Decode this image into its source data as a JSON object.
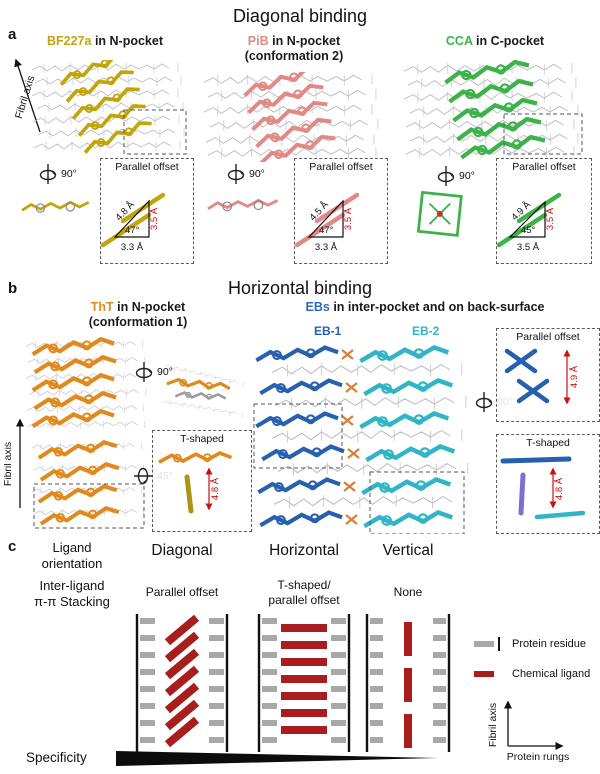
{
  "colors": {
    "bf227a": "#c2a40c",
    "pib": "#e08a86",
    "cca": "#3cb34a",
    "tht": "#e08a1e",
    "ebs": "#2e6db6",
    "eb1": "#2660ae",
    "eb2": "#31b5c6",
    "measure_red": "#cc1111",
    "ligand_red": "#a81d1d",
    "residue_gray": "#a8a8a8"
  },
  "panel_a": {
    "label": "a",
    "title": "Diagonal binding",
    "fibril_axis": "Fibril axis",
    "subpanels": [
      {
        "ligand": "BF227a",
        "location": " in N-pocket",
        "location_line2": "",
        "rotation": "90°",
        "inset_title": "Parallel offset",
        "dist_along": "4.8 Å",
        "dist_vertical": "3.5 Å",
        "angle": "47°",
        "dist_horizontal": "3.3 Å"
      },
      {
        "ligand": "PiB",
        "location": " in N-pocket",
        "location_line2": "(conformation 2)",
        "rotation": "90°",
        "inset_title": "Parallel offset",
        "dist_along": "4.5 Å",
        "dist_vertical": "3.5 Å",
        "angle": "47°",
        "dist_horizontal": "3.3 Å"
      },
      {
        "ligand": "CCA",
        "location": " in C-pocket",
        "location_line2": "",
        "rotation": "90°",
        "inset_title": "Parallel offset",
        "dist_along": "4.9 Å",
        "dist_vertical": "3.5 Å",
        "angle": "45°",
        "dist_horizontal": "3.5 Å"
      }
    ]
  },
  "panel_b": {
    "label": "b",
    "title": "Horizontal binding",
    "fibril_axis": "Fibril axis",
    "tht": {
      "ligand": "ThT",
      "location": " in N-pocket",
      "location_line2": "(conformation 1)",
      "rotation": "90°",
      "inset_rotation": "45°",
      "inset_title": "T-shaped",
      "inset_dist": "4.8 Å"
    },
    "ebs": {
      "ligand": "EBs",
      "location": " in inter-pocket and on back-surface",
      "eb1_label": "EB-1",
      "eb2_label": "EB-2",
      "rotation": "90°",
      "inset1_title": "Parallel offset",
      "inset1_dist": "4.9 Å",
      "inset2_title": "T-shaped",
      "inset2_dist": "4.8 Å"
    }
  },
  "panel_c": {
    "label": "c",
    "row1_line1": "Ligand",
    "row1_line2": "orientation",
    "row2_line1": "Inter-ligand",
    "row2_line2": "π-π Stacking",
    "columns": [
      {
        "header": "Diagonal",
        "stacking_line1": "Parallel offset",
        "stacking_line2": ""
      },
      {
        "header": "Horizontal",
        "stacking_line1": "T-shaped/",
        "stacking_line2": "parallel offset"
      },
      {
        "header": "Vertical",
        "stacking_line1": "None",
        "stacking_line2": ""
      }
    ],
    "legend": {
      "protein_residue": "Protein residue",
      "chemical_ligand": "Chemical ligand",
      "fibril_axis": "Fibril axis",
      "protein_rungs": "Protein rungs"
    },
    "specificity": "Specificity"
  }
}
